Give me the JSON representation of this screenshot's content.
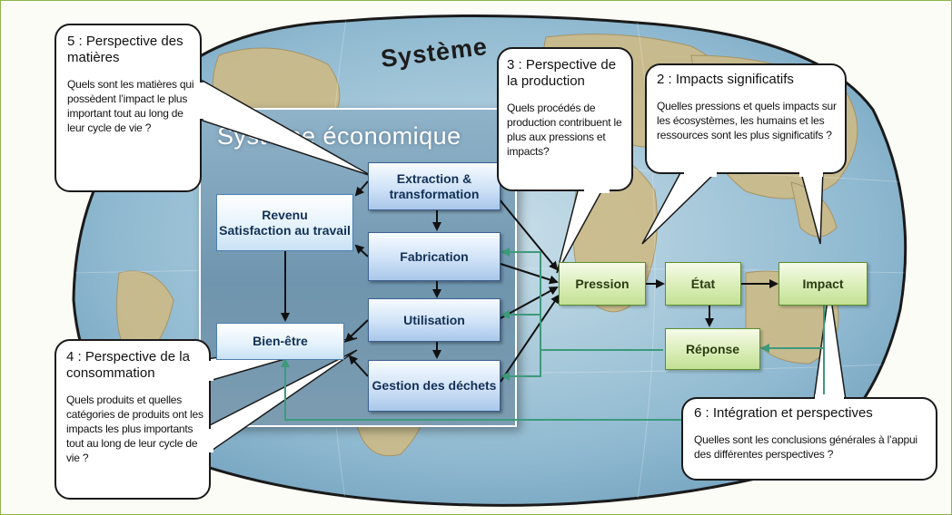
{
  "system_title": "Système",
  "economic_system_title": "Système économique",
  "boxes": {
    "extraction": "Extraction & transformation",
    "revenu_line1": "Revenu",
    "revenu_line2": "Satisfaction au travail",
    "fabrication": "Fabrication",
    "utilisation": "Utilisation",
    "bien_etre": "Bien-être",
    "gestion": "Gestion des déchets",
    "pression": "Pression",
    "etat": "État",
    "impact": "Impact",
    "reponse": "Réponse"
  },
  "callouts": {
    "materials": {
      "title": "5 : Perspective des matières",
      "body": "Quels sont les matières qui possèdent l’impact le plus important tout au long de leur cycle de vie ?"
    },
    "production": {
      "title": "3 : Perspective de la production",
      "body": "Quels procédés de production contribuent le plus aux pressions et impacts?"
    },
    "impacts": {
      "title": "2 : Impacts significatifs",
      "body": "Quelles pressions et quels impacts sur les écosystèmes, les humains et les ressources sont les plus significatifs ?"
    },
    "consumption": {
      "title": "4 : Perspective de la consommation",
      "body": "Quels produits et quelles catégories de produits ont les impacts les plus importants tout au long de leur cycle de vie ?"
    },
    "integration": {
      "title": "6 : Intégration et perspectives",
      "body": "Quelles sont les conclusions générales à l’appui des différentes perspectives ?"
    }
  },
  "colors": {
    "frame": "#8fb24e",
    "ocean": "#9fc3d8",
    "land": "#cdbb87",
    "green_arrow": "#3d9a7a",
    "box_blue": "#a9c7ea",
    "box_green": "#c3e095"
  }
}
